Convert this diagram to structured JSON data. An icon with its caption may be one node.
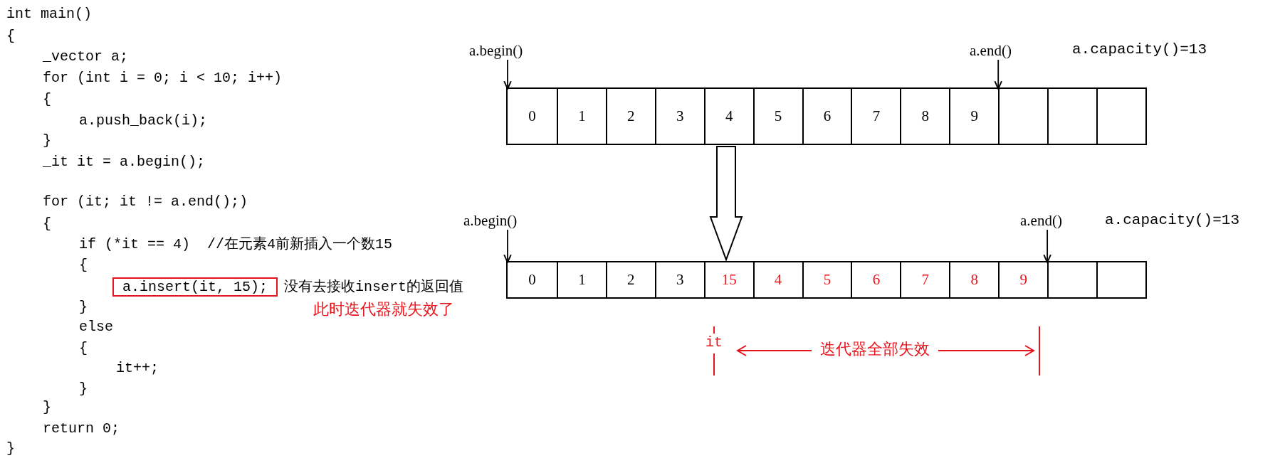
{
  "diagram": {
    "nodes": [
      {
        "text": [],
        "shape": "box"
      },
      {
        "text": [
          "0"
        ],
        "in": 0
      },
      {
        "text": [
          "1"
        ],
        "in": 0
      },
      {
        "text": [
          "2"
        ],
        "in": 0
      },
      {
        "text": [
          "3"
        ],
        "in": 0
      },
      {
        "text": [
          "4"
        ],
        "in": 0
      },
      {
        "text": [
          "5"
        ],
        "in": 0
      },
      {
        "text": [
          "6"
        ],
        "in": 0
      },
      {
        "text": [
          "7"
        ],
        "in": 0
      },
      {
        "text": [
          "8"
        ],
        "in": 0
      },
      {
        "text": [
          "9"
        ],
        "in": 0
      },
      {
        "text": [],
        "shape": "box",
        "in": 0
      },
      {
        "text": [],
        "shape": "box",
        "in": 0
      },
      {
        "text": [],
        "shape": "box",
        "in": 0
      },
      {
        "text": [],
        "shape": "box"
      },
      {
        "text": [
          "0"
        ],
        "in": 14
      },
      {
        "text": [
          "1"
        ],
        "in": 14
      },
      {
        "text": [
          "2"
        ],
        "in": 14
      },
      {
        "text": [
          "3"
        ],
        "in": 14
      },
      {
        "text": [
          "15"
        ],
        "in": 14
      },
      {
        "text": [
          "4"
        ],
        "in": 14
      },
      {
        "text": [
          "5"
        ],
        "in": 14
      },
      {
        "text": [
          "6"
        ],
        "in": 14
      },
      {
        "text": [
          "7"
        ],
        "in": 14
      },
      {
        "text": [
          "8"
        ],
        "in": 14
      },
      {
        "text": [
          "9"
        ],
        "in": 14
      },
      {
        "text": [],
        "shape": "box",
        "in": 14
      },
      {
        "text": [],
        "shape": "box",
        "in": 14
      },
      {
        "text": [
          "a.begin()"
        ]
      },
      {
        "text": [
          "a.end()"
        ]
      },
      {
        "text": [
          "a.begin()"
        ]
      },
      {
        "text": [
          "a.end()"
        ]
      },
      {
        "text": [
          "a.insert(it, 15);"
        ],
        "beside": [
          "没有去接收insert的返回值",
          "此时迭代器就失效了"
        ]
      }
    ],
    "edges": [
      {
        "from": 0,
        "to": 14,
        "arrow": "to",
        "style": "thick"
      },
      {
        "from": 28,
        "to": 1,
        "arrow": "to"
      },
      {
        "from": 29,
        "to": 11,
        "arrow": "to"
      },
      {
        "from": 30,
        "to": 15,
        "arrow": "to"
      },
      {
        "from": 31,
        "to": 26,
        "arrow": "to"
      }
    ],
    "labels": [
      "int main()",
      "{",
      "_vector a;",
      "for (int i = 0; i < 10; i++)",
      "{",
      "a.push_back(i);",
      "}",
      "_it it = a.begin();",
      "for (it; it != a.end();)",
      "{",
      "if (*it == 4)  //在元素4前新插入一个数15",
      "{",
      "}",
      "else",
      "{",
      "it++;",
      "}",
      "}",
      "return 0;",
      "}",
      "a.capacity()=13",
      "a.capacity()=13",
      "it",
      "迭代器全部失效"
    ]
  }
}
